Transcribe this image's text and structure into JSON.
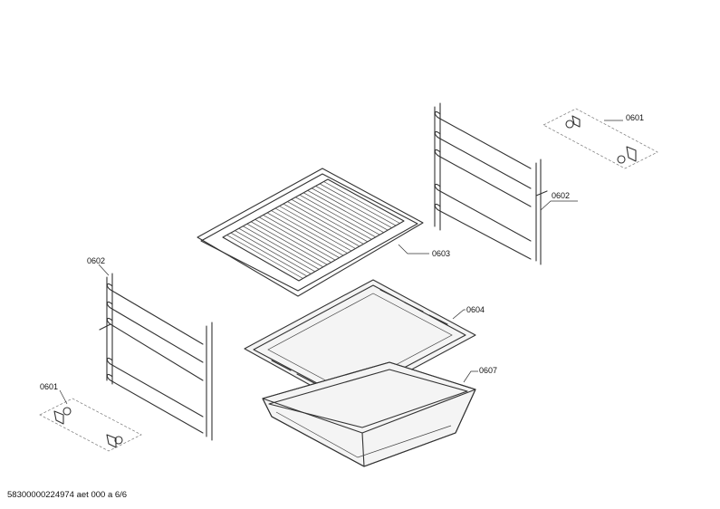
{
  "part_labels": {
    "hooks_right": "0601",
    "rail_right": "0602",
    "rack": "0603",
    "baking_tray": "0604",
    "rail_left": "0602",
    "hooks_left": "0601",
    "deep_pan": "0607"
  },
  "footer_text": "58300000224974 aet 000 a 6/6"
}
